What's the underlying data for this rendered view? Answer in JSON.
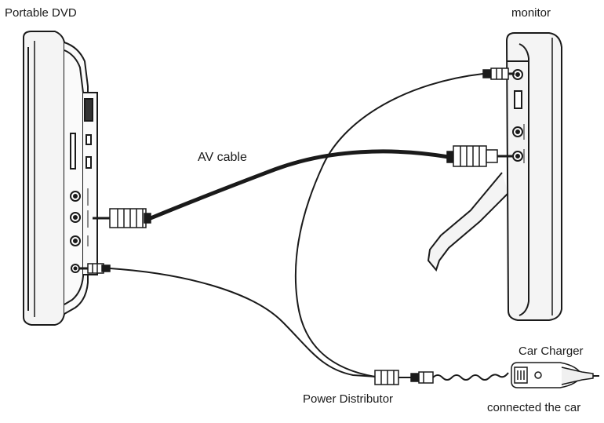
{
  "labels": {
    "portable_dvd": "Portable DVD",
    "monitor": "monitor",
    "av_cable": "AV cable",
    "car_charger": "Car Charger",
    "power_distributor": "Power Distributor",
    "connected_car": "connected the car"
  },
  "colors": {
    "line": "#1a1a1a",
    "background": "#ffffff"
  }
}
